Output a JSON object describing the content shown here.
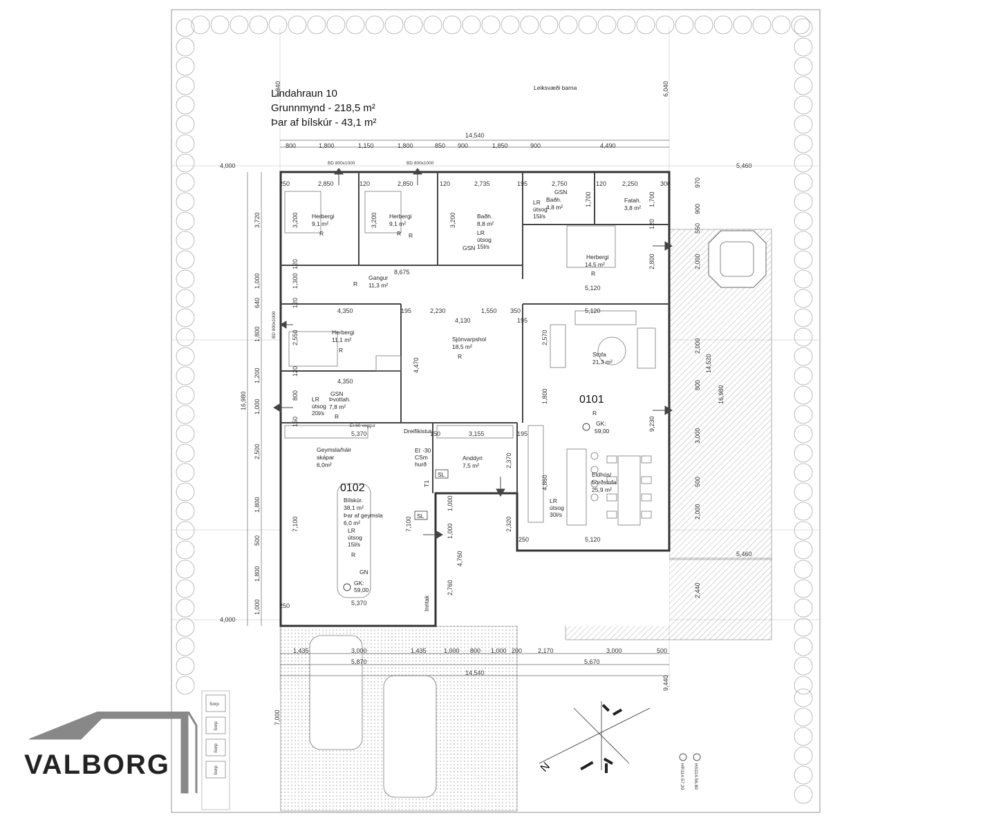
{
  "title": {
    "address": "Lindahraun 10",
    "area_total": "Grunnmynd - 218,5 m²",
    "area_garage": "Þar af bílskúr - 43,1 m²"
  },
  "site_labels": {
    "playground": "Leiksvæði barna"
  },
  "dims_top": [
    "800",
    "1,800",
    "1,150",
    "1,800",
    "850",
    "900",
    "1,850",
    "900",
    "4,490"
  ],
  "dims_top_total": "14,540",
  "dims_bottom": [
    "1,435",
    "3,000",
    "1,435",
    "1,000",
    "800",
    "1,000",
    "200",
    "2,170",
    "3,000",
    "500"
  ],
  "dims_bottom_sub": [
    "5,870",
    "5,670"
  ],
  "dims_bottom_total": "14,540",
  "dims_left": [
    "3,720",
    "1,000",
    "640",
    "1,800",
    "1,200",
    "1,000",
    "2,500",
    "1,800",
    "500",
    "1,800",
    "1,000"
  ],
  "dims_left_total": "16,980",
  "dims_misc": {
    "top_left": "6,040",
    "top_right": "6,040",
    "left_4000_top": "4,000",
    "left_4000_bottom": "4,000",
    "right_5460_top": "5,460",
    "right_5460_bottom": "5,460",
    "right_970": "970",
    "right_900": "900",
    "right_550": "550",
    "right_2000a": "2,000",
    "right_2000b": "2,000",
    "right_800": "800",
    "right_3000": "3,000",
    "right_500": "500",
    "right_2000c": "2,000",
    "right_2440": "2,440",
    "right_14520": "14,520",
    "right_16980": "16,980",
    "right_9440": "9,440",
    "bottom_7000": "7,000"
  },
  "inner_dims": [
    "2,850",
    "2,850",
    "2,735",
    "2,750",
    "2,250",
    "250",
    "120",
    "120",
    "195",
    "120",
    "300",
    "3,200",
    "3,200",
    "3,200",
    "1,700",
    "1,700",
    "120",
    "8,675",
    "2,800",
    "5,120",
    "4,350",
    "2,230",
    "1,550",
    "195",
    "350",
    "4,130",
    "195",
    "5,120",
    "2,570",
    "2,550",
    "4,470",
    "4,350",
    "1,800",
    "9,230",
    "5,370",
    "3,155",
    "150",
    "195",
    "2,370",
    "4,860",
    "7,100",
    "7,100",
    "1,000",
    "1,000",
    "2,320",
    "4,760",
    "2,760",
    "5,370",
    "250",
    "5,120",
    "250",
    "1,300",
    "120",
    "120",
    "120",
    "150",
    "800"
  ],
  "windows": [
    "BD 800x1000",
    "BD 800x1000",
    "BD 800x1000"
  ],
  "rooms": [
    {
      "name": "Herbergi",
      "area": "9,1 m²",
      "tag": "R"
    },
    {
      "name": "Herbergi",
      "area": "9,1 m²",
      "tag": "R"
    },
    {
      "name": "Baðh.",
      "area": "8,8 m²"
    },
    {
      "name": "GSN",
      "area": "Baðh.",
      "extra": "4,8 m²"
    },
    {
      "name": "Fatah.",
      "area": "3,8 m²"
    },
    {
      "name": "Herbergi",
      "area": "14,5 m²",
      "tag": "R"
    },
    {
      "name": "Gangur",
      "area": "11,3 m²",
      "tag": "R"
    },
    {
      "name": "Herbergi",
      "area": "11,1 m²",
      "tag": "R"
    },
    {
      "name": "Sjónvarpshol",
      "area": "18,5 m²",
      "tag": "R"
    },
    {
      "name": "Stofa",
      "area": "21,3 m²"
    },
    {
      "name": "Þvottah.",
      "area": "7,8 m²",
      "tag": "R"
    },
    {
      "name": "Geymsla/háir",
      "area": "skápar",
      "extra": "6,0m²"
    },
    {
      "name": "Anddyri",
      "area": "7,5 m²"
    },
    {
      "name": "Eldhús/",
      "area": "borðstofa",
      "extra": "25,9 m²"
    },
    {
      "name": "Bílskúr.",
      "area": "38,1 m²",
      "extra": "Þar af geymsla",
      "extra2": "6,0 m²"
    }
  ],
  "unit_ids": {
    "main": "0101",
    "garage": "0102"
  },
  "ventilation": {
    "lr": "LR",
    "utsog": "útsog",
    "v15a": "15l/s",
    "v15b": "15l/s",
    "v20": "20l/s",
    "v30": "30l/s",
    "v15c": "15l/s"
  },
  "misc_labels": {
    "gsn1": "GSN",
    "gsn2": "GSN",
    "r_main": "R",
    "gk": "GK:",
    "gk_val": "59,00",
    "gk2": "GK:",
    "gk2_val": "59,00",
    "gn": "GN",
    "r_garage": "R",
    "dreifikistur": "Dreifikistur",
    "ei30": "EI",
    "ei30b": "-30",
    "csm": "CSm",
    "hurd": "hurð",
    "sl1": "SL",
    "sl2": "SL",
    "t1": "T1",
    "inntak": "Inntak",
    "ei60": "EI-60 veggur",
    "r_stofa": "R"
  },
  "bins": [
    "Sorp",
    "Sorp",
    "Sorp",
    "Sorp"
  ],
  "elevations": {
    "h1": "HS114-56,80",
    "h2": "HR114-57,20"
  },
  "compass": {
    "n": "N"
  },
  "logo": {
    "text": "VALBORG"
  }
}
